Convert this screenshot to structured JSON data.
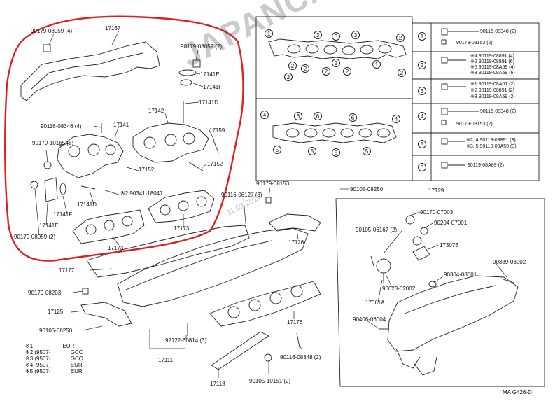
{
  "diagram": {
    "labels": {
      "l90179_08059_4": "90179-08059 (4)",
      "l17167": "17167",
      "l90179_08059_2a": "90179-08059 (2)",
      "l17141E_top": "17141E",
      "l17141F_top": "17141F",
      "l17141D_top": "17141D",
      "l17142": "17142",
      "l17159": "17159",
      "l90116_08346": "90116-08346 (4)",
      "l17141": "17141",
      "l90179_10165": "90179-10165 (8)",
      "l17152_a": "17152",
      "l17152_b": "17152",
      "l90341": "90341-18047",
      "l17141D_bot": "17141D",
      "l17141F_bot": "17141F",
      "l17141E_bot": "17141E",
      "l90179_08059_2b": "90179-08059 (2)",
      "l17173_a": "17173",
      "l17173_b": "17173",
      "l90116_06127": "90116-06127 (3)",
      "l90179_08153": "90179-08153",
      "l90105_08250_top": "90105-08250",
      "l17129": "17129",
      "l17126": "17126",
      "l17177": "17177",
      "l90179_08203": "90179-08203",
      "l17125": "17125",
      "l90105_08250_bot": "90105-08250",
      "l92122": "92122-60814 (3)",
      "l17111": "17111",
      "l17176": "17176",
      "l90116_08348_bot": "90116-08348 (2)",
      "l17118": "17118",
      "l90105_10151": "90105-10151 (2)",
      "l90170": "90170-07003",
      "l90105_06167": "90105-06167 (2)",
      "l90204": "90204-07001",
      "l17307B": "17307B",
      "l90339": "90339-03002",
      "l90304": "90304-08001",
      "l90623": "90623-02002",
      "l17061A": "17061A",
      "l90406": "90406-06004",
      "footer_code": "MA G426-D"
    },
    "marks": {
      "star": "※",
      "m1": "1",
      "m2": "2",
      "m3": "3",
      "m4": "4",
      "m5": "5",
      "m6": "6",
      "m25": "2, 4",
      "m35": "3, 5"
    },
    "gasket_circles": {
      "top_row": [
        "1",
        "3",
        "3",
        "3",
        "2"
      ],
      "mid_row": [
        "2",
        "2",
        "2",
        "2",
        "1",
        "2"
      ],
      "second_top": [
        "6",
        "6",
        "6",
        "4"
      ],
      "second_bot": [
        "5",
        "5",
        "5",
        "5"
      ],
      "left_side": [
        "2",
        "2"
      ],
      "left_second": [
        "4"
      ]
    },
    "legend_table": {
      "rows": [
        {
          "num": "1",
          "lines": [
            "90116-08348 (2)",
            "90179-08153 (2)"
          ]
        },
        {
          "num": "2",
          "lines": [
            "90119-08891 (4)",
            "90119-08891 (6)",
            "90119-08A59 (4)",
            "90119-08A59 (6)"
          ]
        },
        {
          "num": "3",
          "lines": [
            "90119-08A01 (2)",
            "90119-08891 (2)",
            "90119-08A59 (2)"
          ]
        },
        {
          "num": "4",
          "lines": [
            "90116-08348 (2)",
            "90179-08153 (2)"
          ]
        },
        {
          "num": "5",
          "lines": [
            "90119-08891 (3)",
            "90119-08A59 (3)"
          ]
        },
        {
          "num": "6",
          "lines": [
            "90119-08A89 (2)"
          ]
        }
      ],
      "row2_marks": [
        "2",
        "4",
        "3",
        "5"
      ],
      "row3_marks": [
        "1",
        "2",
        "3"
      ]
    },
    "notes": [
      {
        "mark": "1",
        "date": "",
        "region": "EUR"
      },
      {
        "mark": "2",
        "date": "(9507-",
        "region": "GCC"
      },
      {
        "mark": "3",
        "date": "(9507-",
        "region": "GCC"
      },
      {
        "mark": "4",
        "date": "-9507)",
        "region": "EUR"
      },
      {
        "mark": "5",
        "date": "(9507-",
        "region": "EUR"
      }
    ],
    "watermark": "JAPANCATS.RU",
    "stamp": "11.03.2017",
    "colors": {
      "highlight": "#e0201e",
      "line": "#222222"
    }
  }
}
